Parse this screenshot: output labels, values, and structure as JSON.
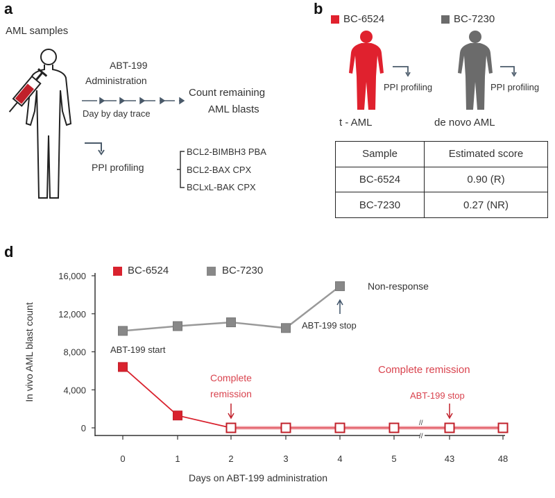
{
  "panel_a": {
    "label": "a",
    "samples_title": "AML samples",
    "drug_line1": "ABT-199",
    "drug_line2": "Administration",
    "trace_label": "Day by day trace",
    "count_line1": "Count remaining",
    "count_line2": "AML blasts",
    "ppi_label": "PPI profiling",
    "assays": [
      "BCL2-BIMBH3 PBA",
      "BCL2-BAX CPX",
      "BCLxL-BAK CPX"
    ]
  },
  "panel_b": {
    "label": "b",
    "samples": [
      {
        "name": "BC-6524",
        "type": "t - AML",
        "color": "#e0212e",
        "ppi": "PPI profiling"
      },
      {
        "name": "BC-7230",
        "type": "de novo AML",
        "color": "#6b6b6b",
        "ppi": "PPI profiling"
      }
    ],
    "table": {
      "headers": [
        "Sample",
        "Estimated score"
      ],
      "rows": [
        [
          "BC-6524",
          "0.90 (R)"
        ],
        [
          "BC-7230",
          "0.27 (NR)"
        ]
      ]
    }
  },
  "chart_data": {
    "panel_label": "d",
    "type": "line",
    "xlabel": "Days on ABT-199 administration",
    "ylabel": "In vivo AML blast count",
    "categories": [
      "0",
      "1",
      "2",
      "3",
      "4",
      "5",
      "43",
      "48"
    ],
    "axis_break_between": [
      "5",
      "43"
    ],
    "ylim": [
      0,
      16000
    ],
    "yticks": [
      "0",
      "4,000",
      "8,000",
      "12,000",
      "16,000"
    ],
    "ytick_values": [
      0,
      4000,
      8000,
      12000,
      16000
    ],
    "legend": "top-left",
    "series": [
      {
        "name": "BC-6524",
        "color": "#d9222e",
        "values": [
          6400,
          1300,
          0,
          0,
          0,
          0,
          0,
          0
        ]
      },
      {
        "name": "BC-7230",
        "color": "#888888",
        "values": [
          10200,
          10700,
          11100,
          10500,
          14900,
          null,
          null,
          null
        ]
      }
    ],
    "annotations": {
      "non_response": "Non-response",
      "stop_gray": "ABT-199 stop",
      "start": "ABT-199 start",
      "remission1_line1": "Complete",
      "remission1_line2": "remission",
      "remission2": "Complete remission",
      "stop_red": "ABT-199 stop"
    }
  }
}
